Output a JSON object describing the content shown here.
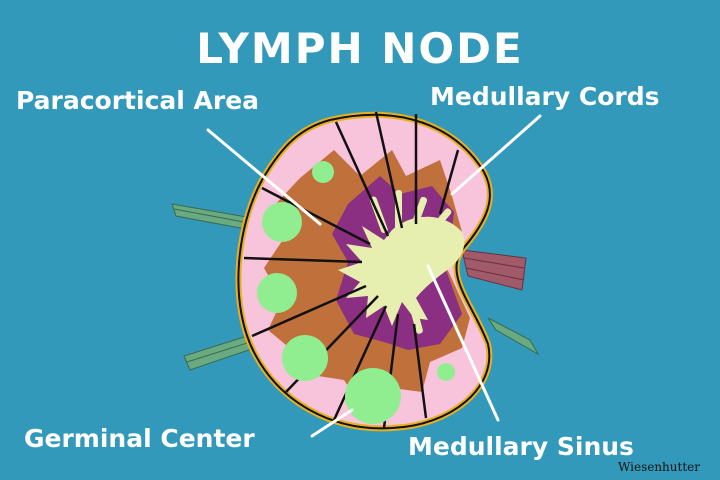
{
  "title": "LYMPH  NODE",
  "labels": {
    "paracortical_area": "Paracortical Area",
    "medullary_cords": "Medullary Cords",
    "germinal_center": "Germinal Center",
    "medullary_sinus": "Medullary Sinus"
  },
  "credit": "Wiesenhutter",
  "colors": {
    "background": "#3399bb",
    "cortex": "#f7c4dc",
    "paracortex": "#c0703a",
    "medullary_cords": "#8a2f82",
    "medullary_sinus": "#e6eeb0",
    "germinal_center": "#90ee90",
    "capsule": "#e8b020",
    "lymph_vessel": "#6aaa80",
    "blood_vessel": "#a05a6a"
  }
}
